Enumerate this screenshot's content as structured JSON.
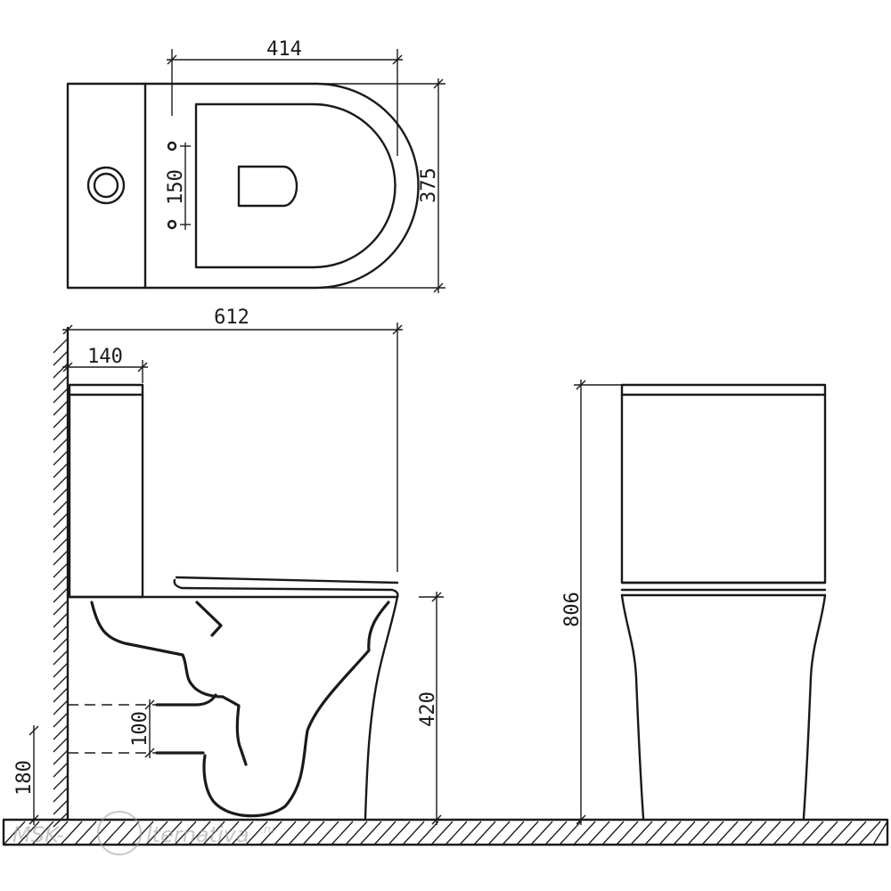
{
  "dimensions": {
    "top_length": "414",
    "top_width": "375",
    "fixing_holes_spacing": "150",
    "overall_depth": "612",
    "tank_depth": "140",
    "seat_height": "420",
    "outlet_height_range": "100",
    "outlet_height": "180",
    "overall_height": "806"
  },
  "watermark": {
    "text_left": "MSK-",
    "text_right": "lternativa",
    "domain": ".ru"
  },
  "colors": {
    "line": "#1a1a1a",
    "background": "#ffffff",
    "watermark": "#9a9a9a"
  }
}
